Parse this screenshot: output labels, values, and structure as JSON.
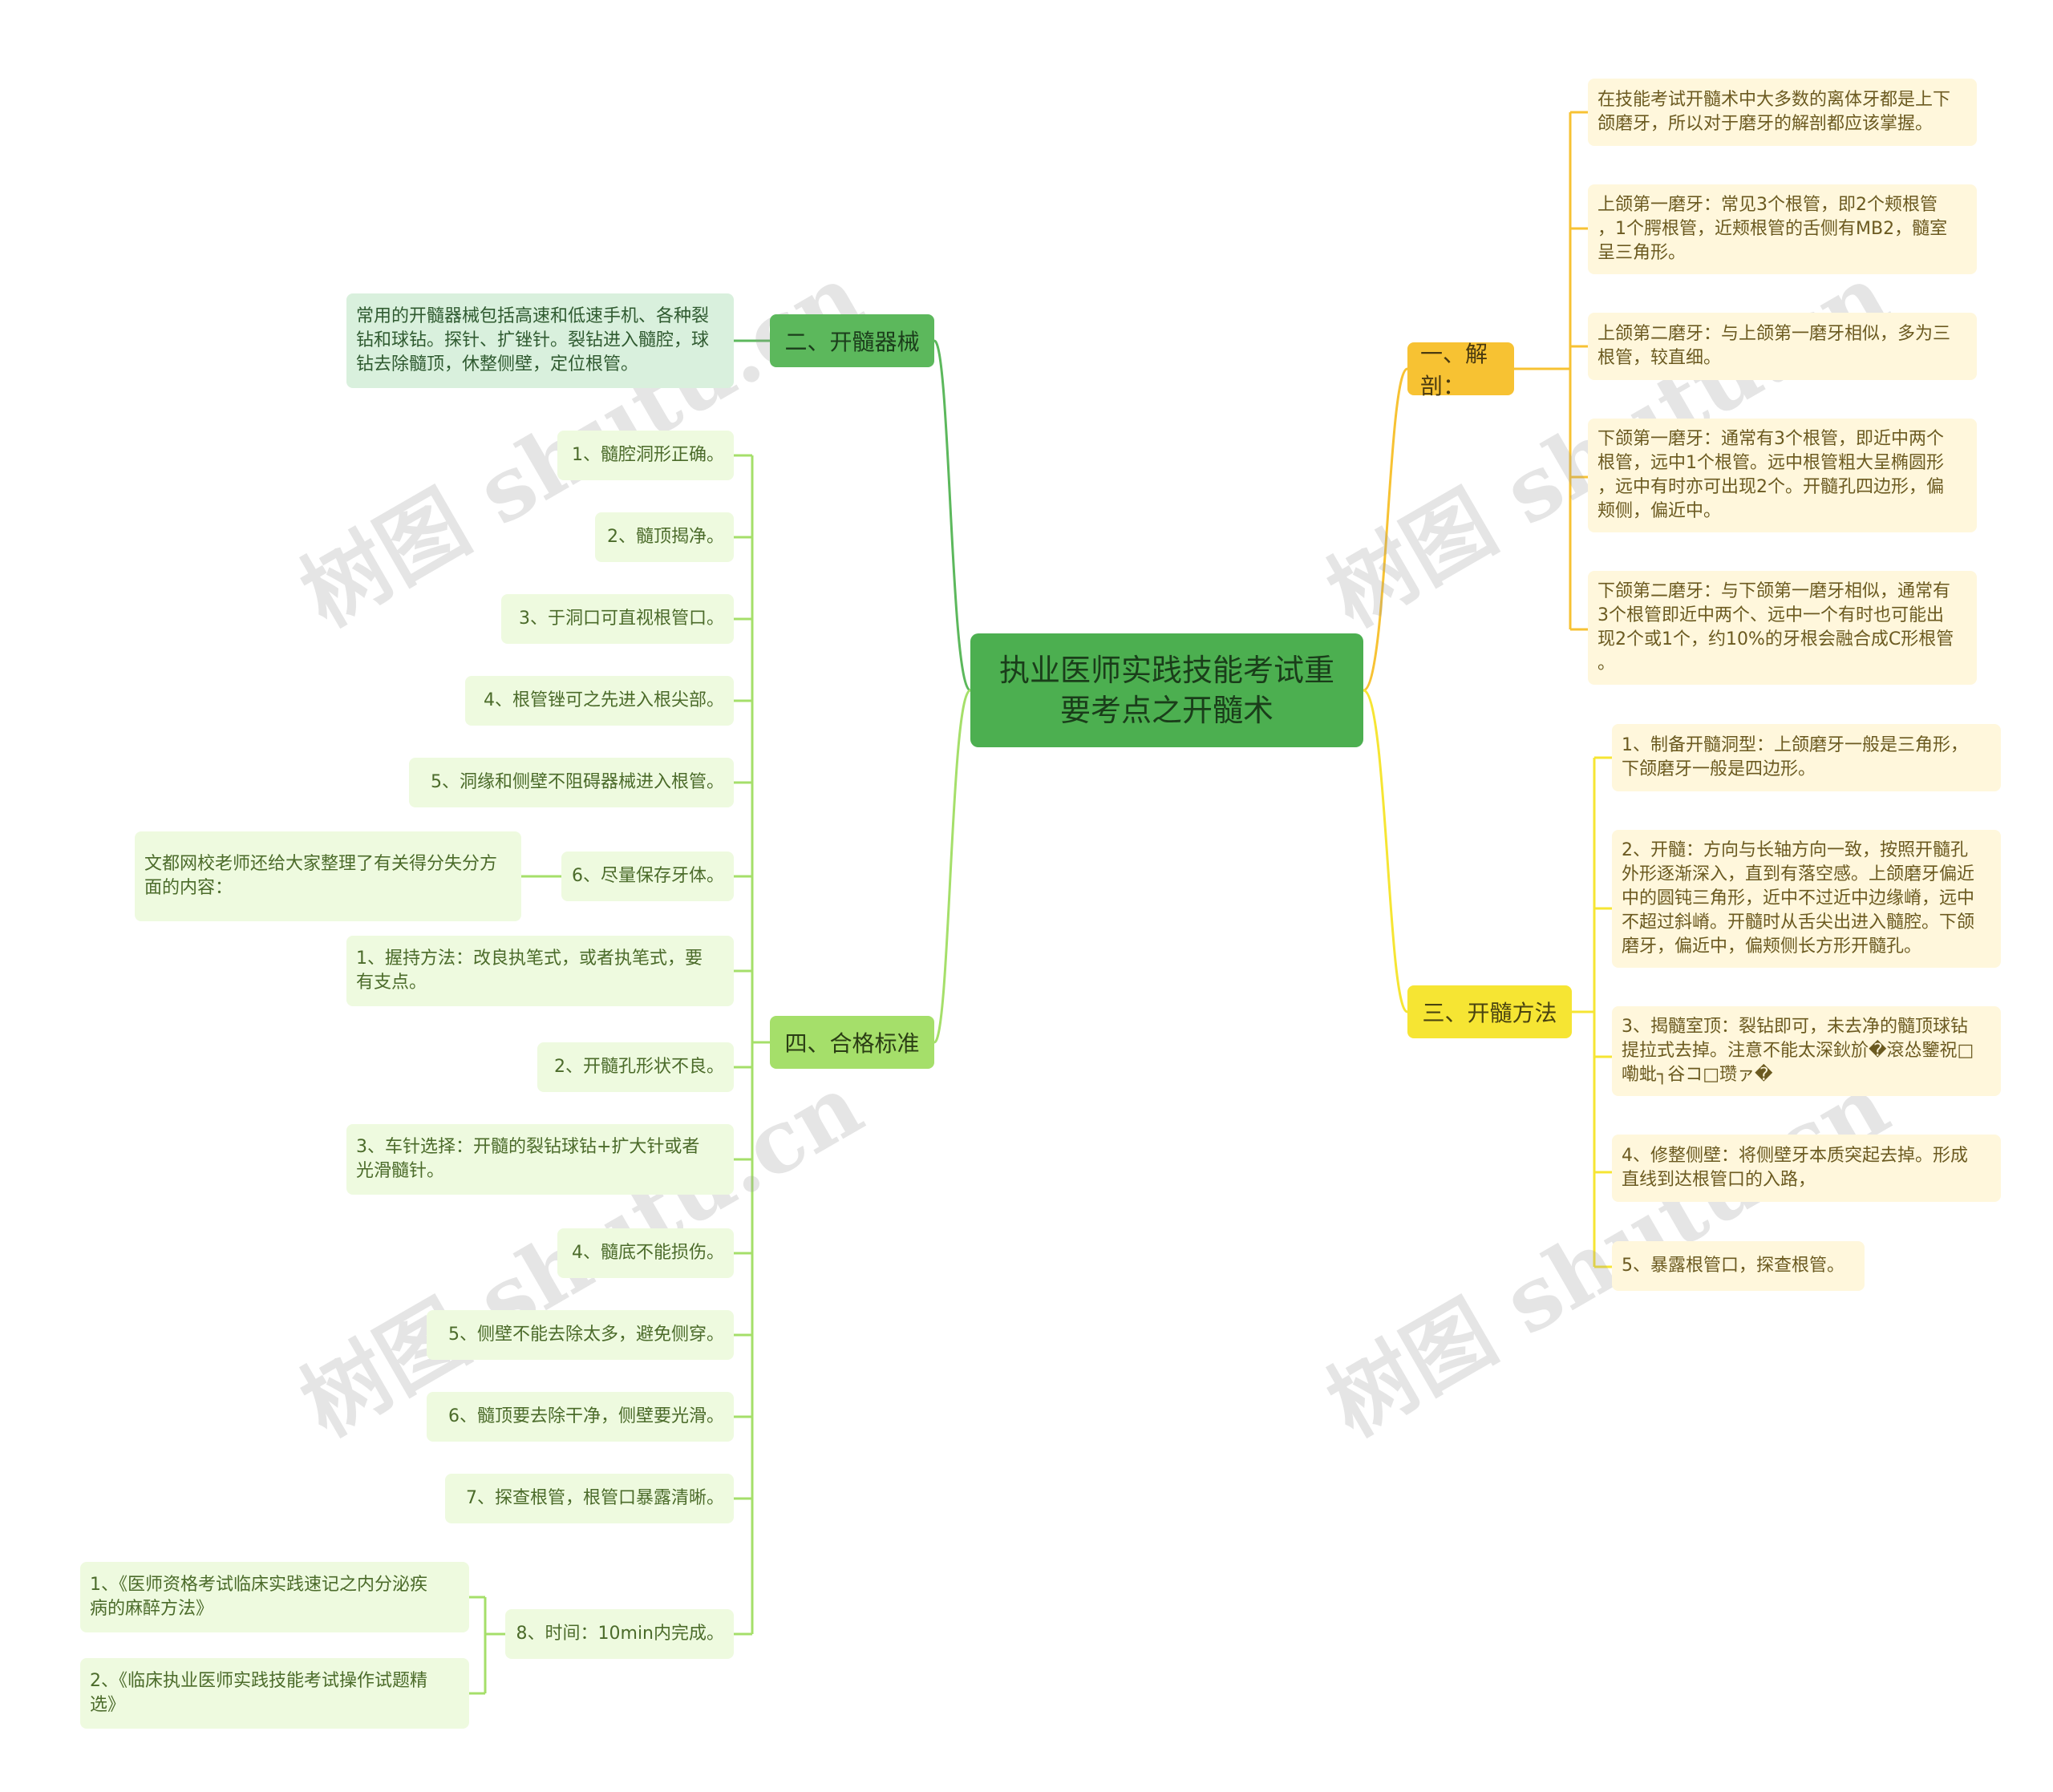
{
  "center": {
    "title": "执业医师实践技能考试重\n要考点之开髓术"
  },
  "branches": {
    "instruments": {
      "label": "二、开髓器械",
      "items": [
        "常用的开髓器械包括高速和低速手机、各种裂\n钻和球钻。探针、扩锉针。裂钻进入髓腔，球\n钻去除髓顶，休整侧壁，定位根管。"
      ]
    },
    "standards": {
      "label": "四、合格标准",
      "items": [
        "1、髓腔洞形正确。",
        "2、髓顶揭净。",
        "3、于洞口可直视根管口。",
        "4、根管锉可之先进入根尖部。",
        "5、洞缘和侧壁不阻碍器械进入根管。",
        "6、尽量保存牙体。",
        "1、握持方法：改良执笔式，或者执笔式，要\n有支点。",
        "2、开髓孔形状不良。",
        "3、车针选择：开髓的裂钻球钻+扩大针或者\n光滑髓针。",
        "4、髓底不能损伤。",
        "5、侧壁不能去除太多，避免侧穿。",
        "6、髓顶要去除干净，侧壁要光滑。",
        "7、探查根管，根管口暴露清晰。",
        "8、时间：10min内完成。"
      ],
      "sub_item6": "文都网校老师还给大家整理了有关得分失分方\n面的内容：",
      "sub_item8": [
        "1、《医师资格考试临床实践速记之内分泌疾\n病的麻醉方法》",
        "2、《临床执业医师实践技能考试操作试题精\n选》"
      ]
    },
    "anatomy": {
      "label": "一、解剖：",
      "items": [
        "在技能考试开髓术中大多数的离体牙都是上下\n颌磨牙，所以对于磨牙的解剖都应该掌握。",
        "上颌第一磨牙：常见3个根管，即2个颊根管\n，1个腭根管，近颊根管的舌侧有MB2，髓室\n呈三角形。",
        "上颌第二磨牙：与上颌第一磨牙相似，多为三\n根管，较直细。",
        "下颌第一磨牙：通常有3个根管，即近中两个\n根管，远中1个根管。远中根管粗大呈椭圆形\n，远中有时亦可出现2个。开髓孔四边形，偏\n颊侧，偏近中。",
        "下颌第二磨牙：与下颌第一磨牙相似，通常有\n3个根管即近中两个、远中一个有时也可能出\n现2个或1个，约10%的牙根会融合成C形根管\n。"
      ]
    },
    "method": {
      "label": "三、开髓方法",
      "items": [
        "1、制备开髓洞型：上颌磨牙一般是三角形，\n下颌磨牙一般是四边形。",
        "2、开髓：方向与长轴方向一致，按照开髓孔\n外形逐渐深入，直到有落空感。上颌磨牙偏近\n中的圆钝三角形，近中不过近中边缘嵴，远中\n不超过斜嵴。开髓时从舌尖出进入髓腔。下颌\n磨牙，偏近中，偏颊侧长方形开髓孔。",
        "3、揭髓室顶：裂钻即可，未去净的髓顶球钻\n提拉式去掉。注意不能太深鈥斺�滾怂鑒祝□\n嘞蚍┐谷コ□瓒ァ�",
        "4、修整侧壁：将侧壁牙本质突起去掉。形成\n直线到达根管口的入路，",
        "5、暴露根管口，探查根管。"
      ]
    }
  },
  "watermark": "树图 shutu.cn",
  "colors": {
    "center": "#4caf50",
    "instruments": "#5cb85c",
    "standards": "#a5df6a",
    "anatomy": "#f7c233",
    "method": "#f6e533"
  }
}
